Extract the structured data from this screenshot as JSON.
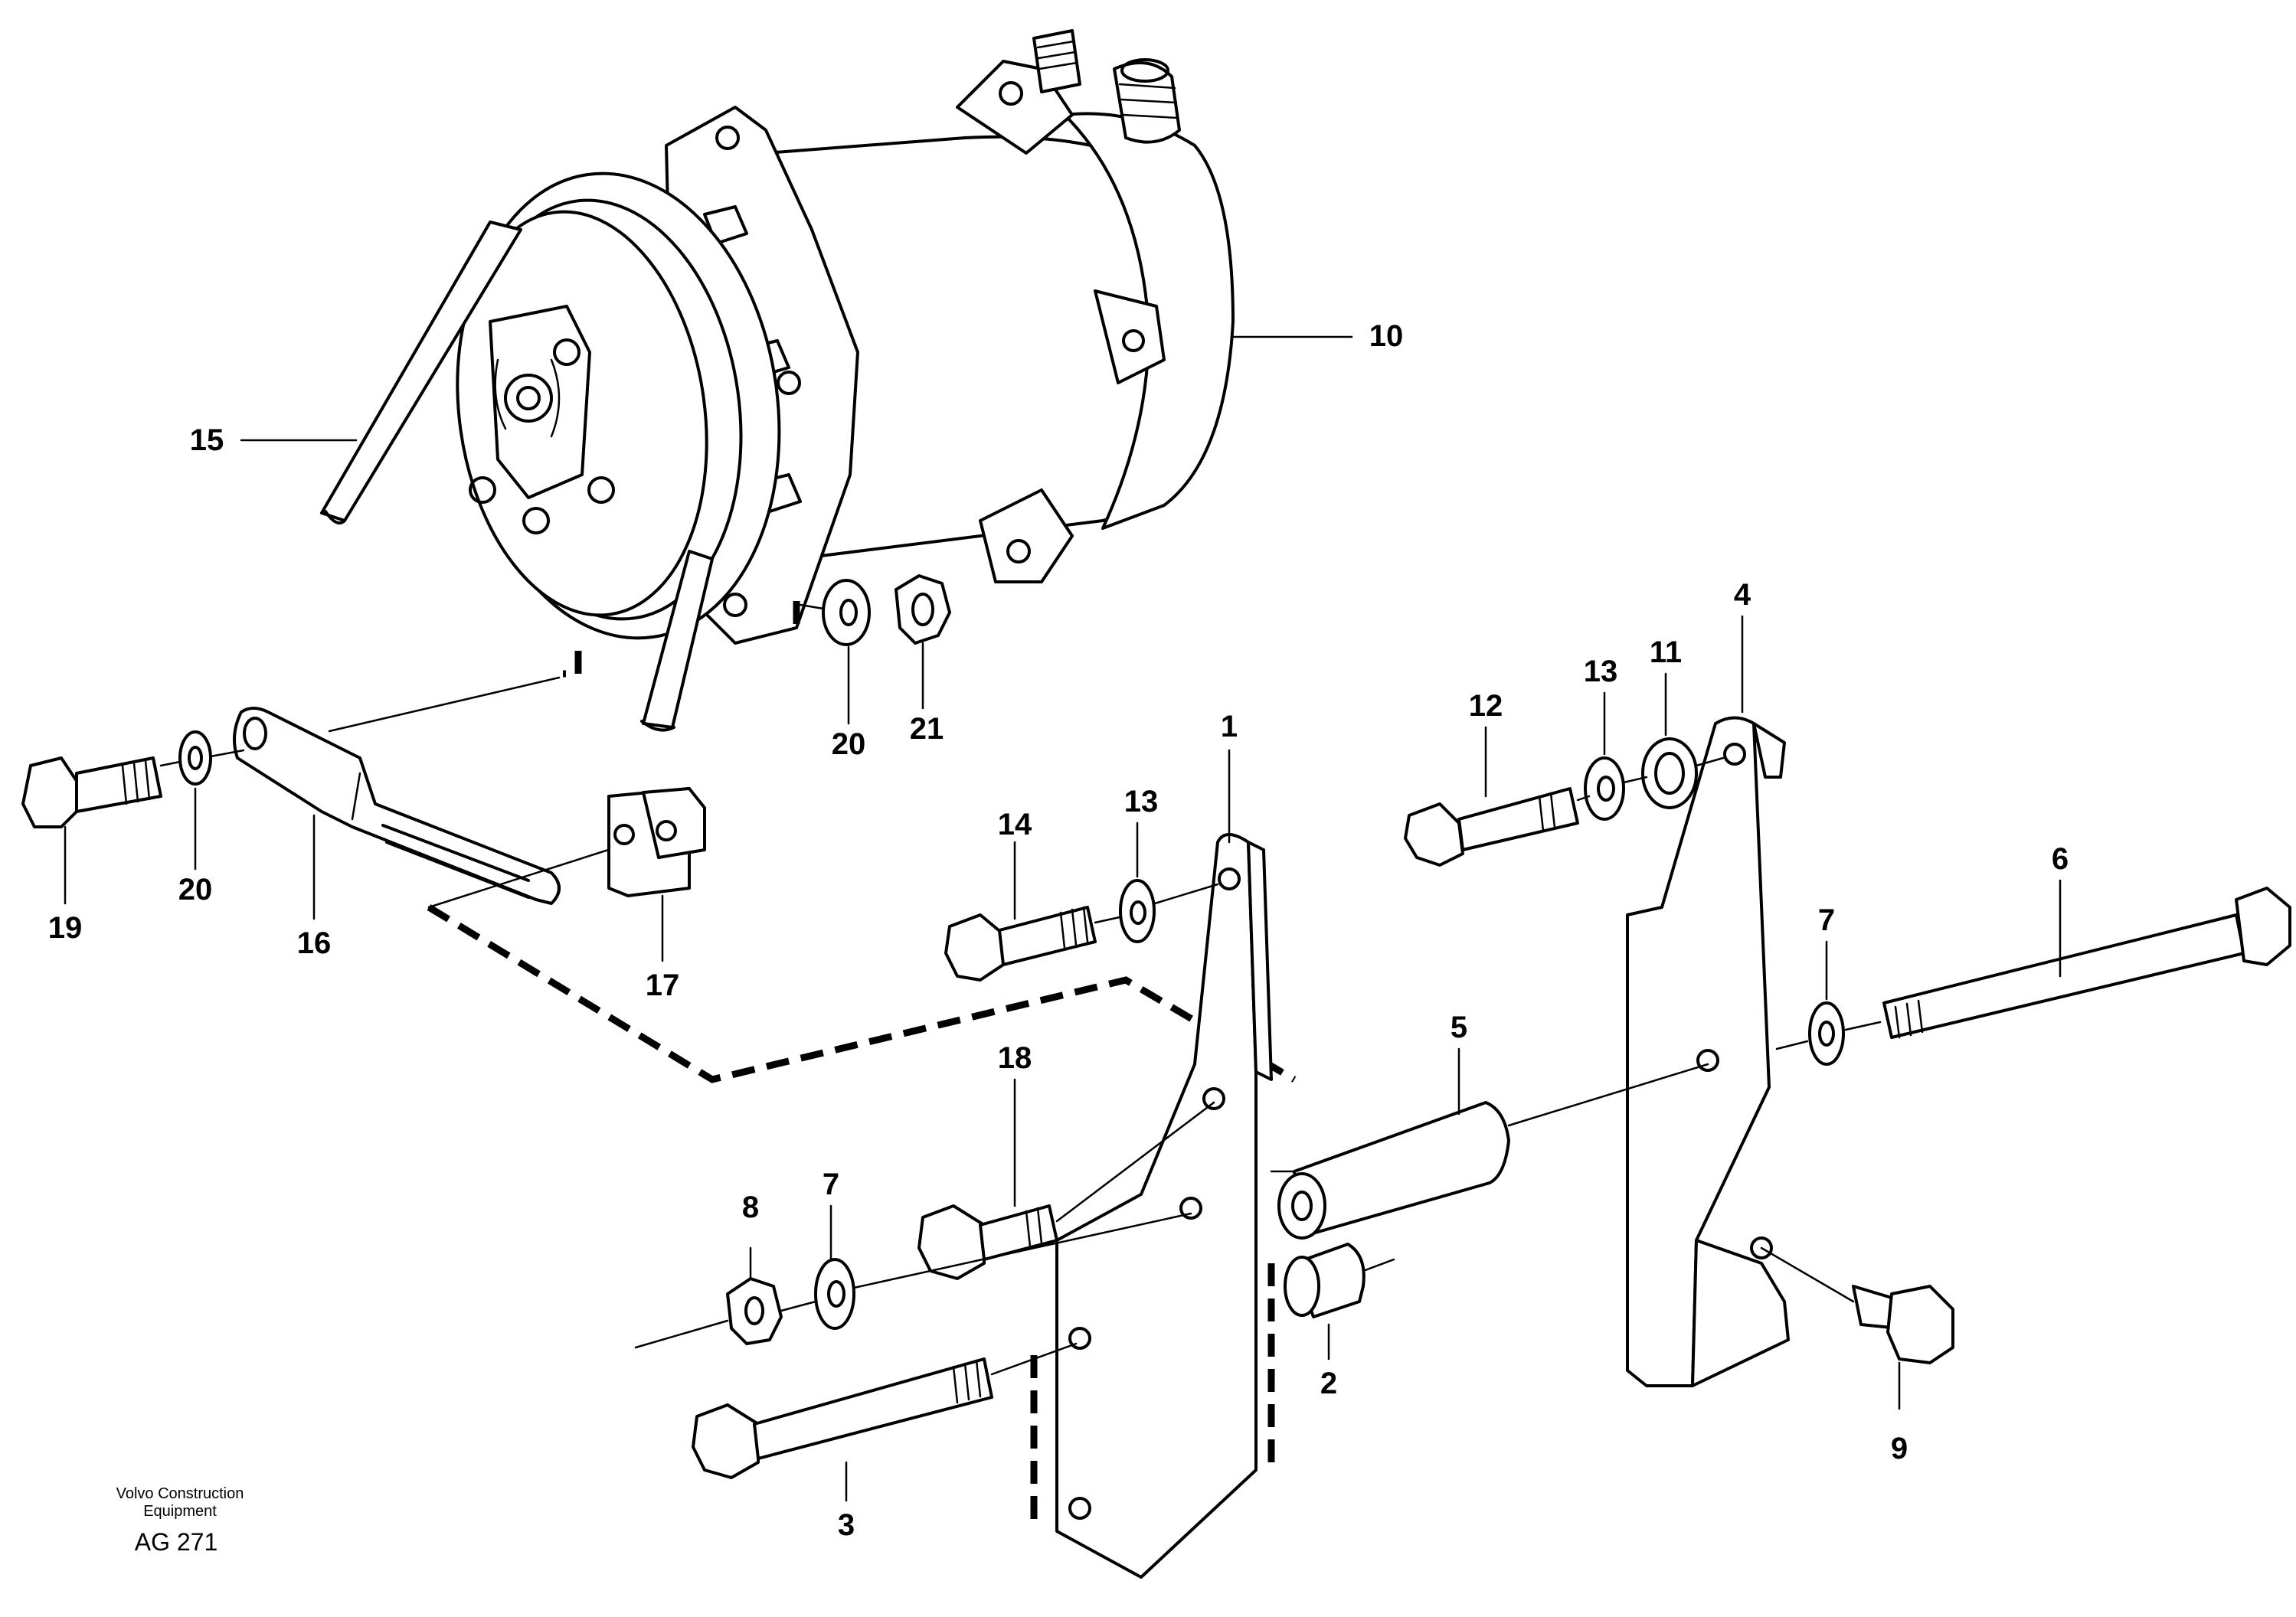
{
  "callouts": {
    "c1": "1",
    "c2": "2",
    "c3": "3",
    "c4": "4",
    "c5": "5",
    "c6": "6",
    "c7a": "7",
    "c7b": "7",
    "c8": "8",
    "c9": "9",
    "c10": "10",
    "c11": "11",
    "c12": "12",
    "c13a": "13",
    "c13b": "13",
    "c14": "14",
    "c15": "15",
    "c16": "16",
    "c17": "17",
    "c18": "18",
    "c19": "19",
    "c20a": "20",
    "c20b": "20",
    "c21": "21"
  },
  "footer": {
    "maker_line1": "Volvo Construction",
    "maker_line2": "Equipment",
    "code": "AG 271"
  }
}
